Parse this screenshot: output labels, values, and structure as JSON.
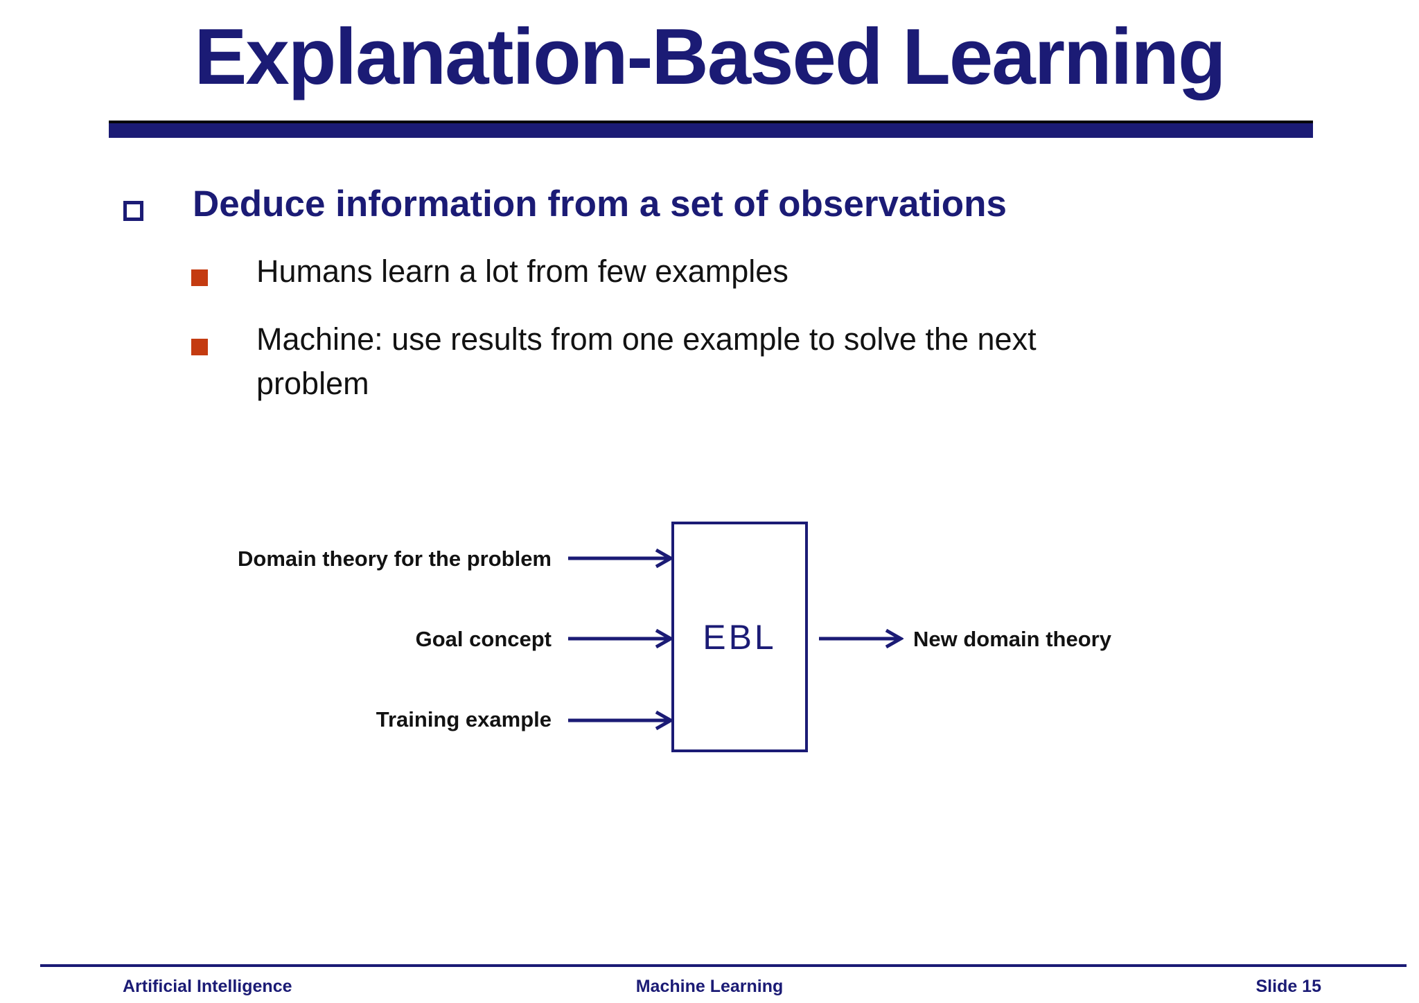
{
  "slide": {
    "title": "Explanation-Based Learning",
    "bullets": {
      "main": "Deduce information from a set of observations",
      "sub": [
        "Humans learn a lot from few examples",
        "Machine: use results from one example to solve the next\nproblem"
      ]
    },
    "diagram": {
      "box_label": "EBL",
      "inputs": [
        "Domain theory for the problem",
        "Goal concept",
        "Training example"
      ],
      "output": "New domain theory"
    },
    "footer": {
      "left": "Artificial Intelligence",
      "center": "Machine Learning",
      "right": "Slide 15"
    },
    "colors": {
      "navy": "#1b1b75",
      "bullet-red": "#c43b11",
      "ink": "#121212",
      "paper": "#ffffff"
    }
  }
}
